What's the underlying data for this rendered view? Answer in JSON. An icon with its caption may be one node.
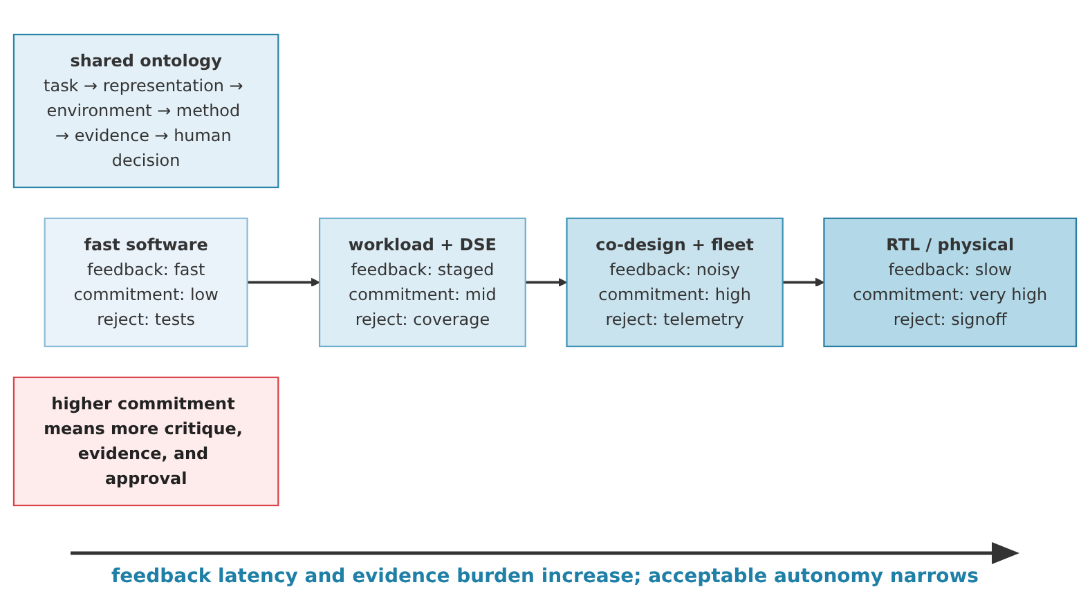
{
  "diagram": {
    "nodes": [
      {
        "text": [
          "shared ontology",
          "task → representation → environment → method → evidence → human decision"
        ]
      },
      {
        "text": [
          "fast software",
          "feedback: fast",
          "commitment: low",
          "reject: tests"
        ]
      },
      {
        "text": [
          "workload + DSE",
          "feedback: staged",
          "commitment: mid",
          "reject: coverage"
        ]
      },
      {
        "text": [
          "co-design + fleet",
          "feedback: noisy",
          "commitment: high",
          "reject: telemetry"
        ]
      },
      {
        "text": [
          "RTL / physical",
          "feedback: slow",
          "commitment: very high",
          "reject: signoff"
        ]
      },
      {
        "text": [
          "higher commitment means more critique, evidence, and approval"
        ]
      }
    ],
    "edges": [
      {
        "from": 1,
        "to": 2,
        "arrow": "to"
      },
      {
        "from": 2,
        "to": 3,
        "arrow": "to"
      },
      {
        "from": 3,
        "to": 4,
        "arrow": "to"
      }
    ],
    "labels": [
      "feedback latency and evidence burden increase; acceptable autonomy narrows"
    ]
  }
}
